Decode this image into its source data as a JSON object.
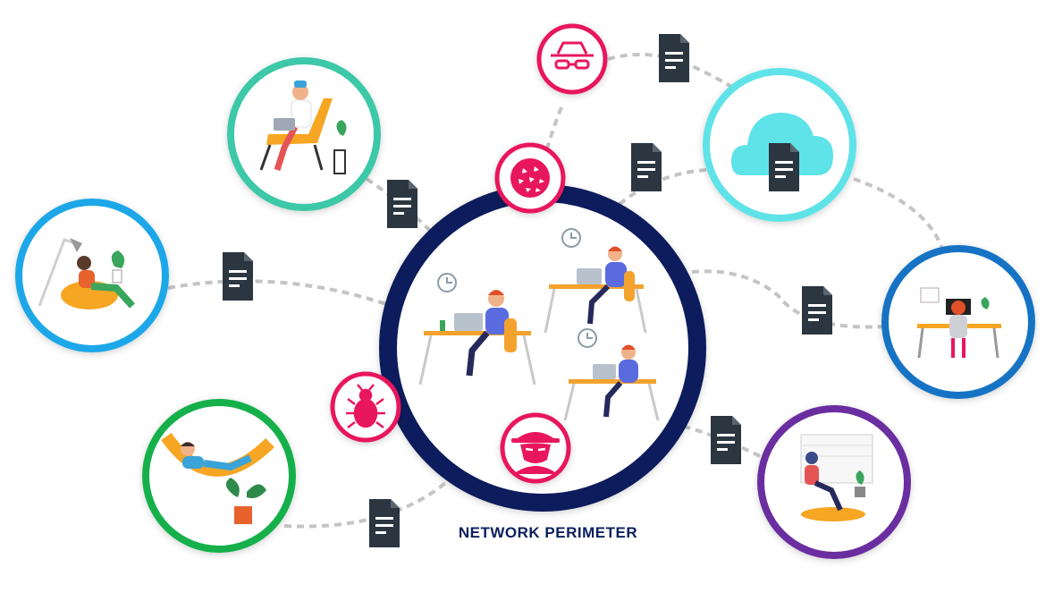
{
  "caption": "NETWORK PERIMETER",
  "colors": {
    "perimeter": "#0d1f5c",
    "threat": "#e8175d",
    "connector": "#c4c4c4",
    "document": "#2b3641",
    "cloud": "#5ee3e8",
    "node_teal": "#3ec8a8",
    "node_blue": "#1aa7e8",
    "node_green": "#12b04c",
    "node_darkblue": "#1273c4",
    "node_purple": "#6b2fa0"
  },
  "nodes": [
    {
      "id": "remote-worker-armchair",
      "ring": "node_teal"
    },
    {
      "id": "remote-worker-beanbag",
      "ring": "node_blue"
    },
    {
      "id": "remote-worker-hammock",
      "ring": "node_green"
    },
    {
      "id": "cloud-storage",
      "ring": "node_teal",
      "icon": "cloud-icon"
    },
    {
      "id": "remote-worker-desk",
      "ring": "node_darkblue"
    },
    {
      "id": "remote-worker-window",
      "ring": "node_purple"
    }
  ],
  "threats": [
    {
      "id": "spy",
      "icon": "spy-hat-glasses-icon"
    },
    {
      "id": "virus",
      "icon": "virus-icon"
    },
    {
      "id": "bug",
      "icon": "bug-icon"
    },
    {
      "id": "hacker",
      "icon": "hacker-icon"
    }
  ],
  "documents_icon": "document-icon"
}
